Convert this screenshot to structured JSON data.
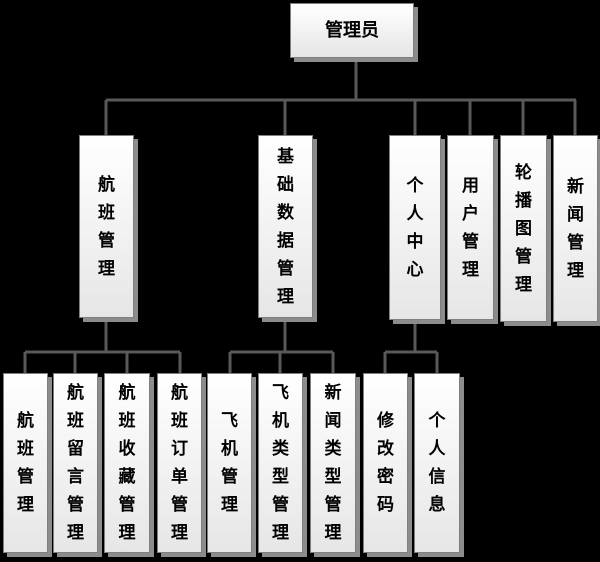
{
  "root": "管理员",
  "level2": [
    "航班管理",
    "基础数据管理",
    "个人中心",
    "用户管理",
    "轮播图管理",
    "新闻管理"
  ],
  "flight_children": [
    "航班管理",
    "航班留言管理",
    "航班收藏管理",
    "航班订单管理"
  ],
  "basic_children": [
    "飞机管理",
    "飞机类型管理",
    "新闻类型管理"
  ],
  "personal_children": [
    "修改密码",
    "个人信息"
  ],
  "colors": {
    "background": "#000000",
    "line": "#595959",
    "box_border": "#7f7f7f",
    "box_shadow": "#8c8c8c"
  }
}
